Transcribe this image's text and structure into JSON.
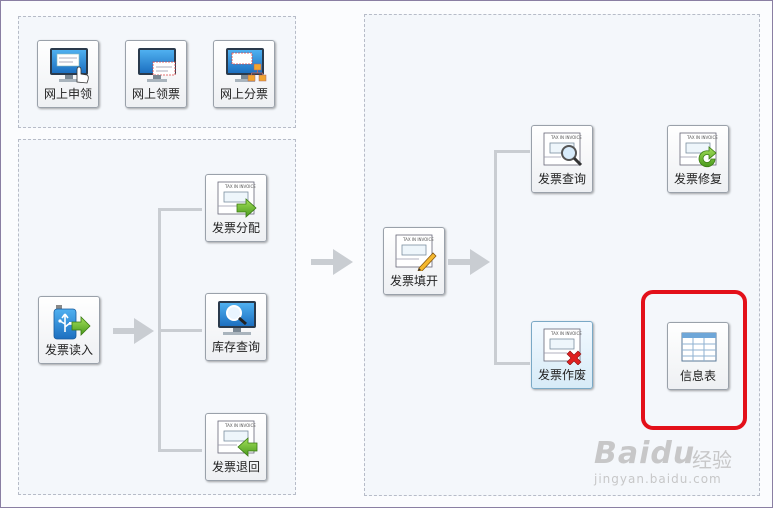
{
  "online": {
    "items": [
      {
        "label": "网上申领",
        "icon": "monitor-hand-icon"
      },
      {
        "label": "网上领票",
        "icon": "monitor-invoice-icon"
      },
      {
        "label": "网上分票",
        "icon": "monitor-distribute-icon"
      }
    ]
  },
  "read_flow": {
    "source": {
      "label": "发票读入",
      "icon": "usb-import-icon"
    },
    "targets": [
      {
        "label": "发票分配",
        "icon": "invoice-arrow-right-icon"
      },
      {
        "label": "库存查询",
        "icon": "monitor-search-icon"
      },
      {
        "label": "发票退回",
        "icon": "invoice-arrow-left-icon"
      }
    ]
  },
  "issue_flow": {
    "source": {
      "label": "发票填开",
      "icon": "invoice-pencil-icon"
    },
    "targets": [
      {
        "label": "发票查询",
        "icon": "invoice-search-icon"
      },
      {
        "label": "发票作废",
        "icon": "invoice-void-icon"
      }
    ],
    "extras": [
      {
        "label": "发票修复",
        "icon": "invoice-repair-icon"
      },
      {
        "label": "信息表",
        "icon": "table-icon"
      }
    ]
  },
  "invoice_icon_text": "TAX IN INVOICE",
  "watermark": {
    "brand": "Baidu",
    "suffix": "经验",
    "url": "jingyan.baidu.com"
  },
  "colors": {
    "highlight": "#e3101a",
    "accent_green": "#6fbf2a",
    "accent_blue": "#2f7fc4"
  }
}
